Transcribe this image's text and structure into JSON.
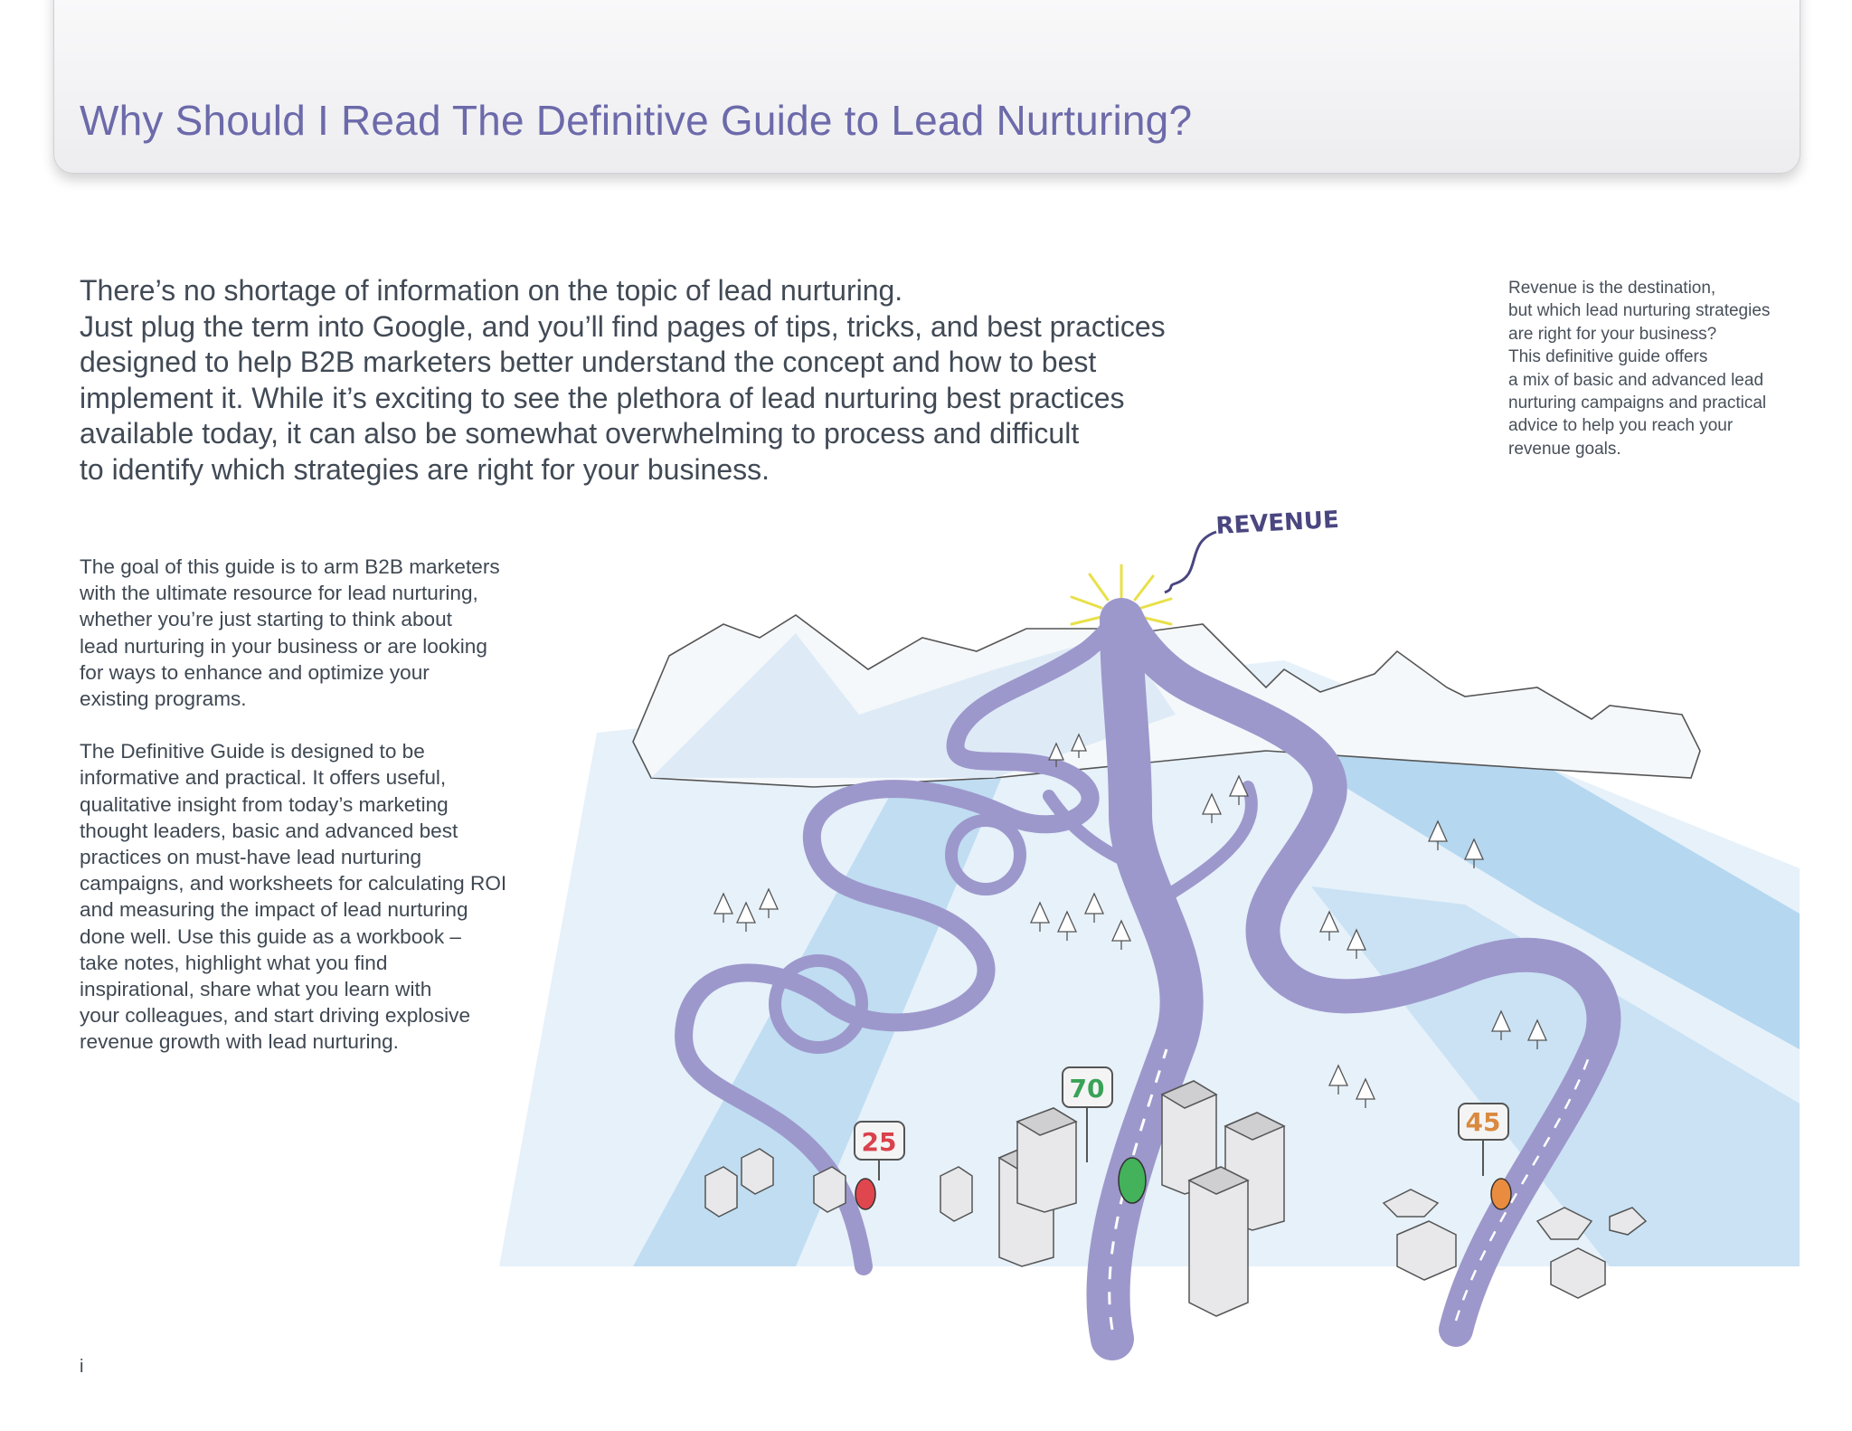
{
  "header": {
    "title": "Why Should I Read The Definitive Guide to Lead Nurturing?"
  },
  "intro": {
    "lines": [
      "There’s no shortage of information on the topic of lead nurturing.",
      "Just plug the term into Google, and you’ll find pages of tips, tricks, and best practices",
      "designed to help B2B marketers better understand the concept and how to best",
      "implement it. While it’s exciting to see the plethora of lead nurturing best practices",
      "available today, it can also be somewhat overwhelming to process and difficult",
      "to identify which strategies are right for your business."
    ]
  },
  "sidebar": {
    "lines": [
      "Revenue is the destination,",
      "but which lead nurturing strategies",
      "are right for your business?",
      "This definitive guide offers",
      "a mix of basic and advanced lead",
      "nurturing campaigns and practical",
      "advice to help you reach your",
      "revenue goals."
    ]
  },
  "body": {
    "paragraph1": [
      "The goal of this guide is to arm B2B marketers",
      "with the ultimate resource for lead nurturing,",
      "whether you’re just starting to think about",
      "lead nurturing in your business or are looking",
      "for ways to enhance and optimize your",
      "existing programs."
    ],
    "paragraph2": [
      "The Definitive Guide is designed to be",
      "informative and practical. It offers useful,",
      "qualitative insight from today’s marketing",
      "thought leaders, basic and advanced best",
      "practices on must-have lead nurturing",
      "campaigns, and worksheets for calculating ROI",
      "and measuring the impact of lead nurturing",
      "done well. Use this guide as a workbook –",
      "take notes, highlight what you find",
      "inspirational, share what you learn with",
      "your colleagues, and start driving explosive",
      "revenue growth with lead nurturing."
    ]
  },
  "illustration": {
    "revenue_label": "REVENUE",
    "sign_left": "25",
    "sign_center": "70",
    "sign_right": "45",
    "road_color": "#9d98cb",
    "accent_sign_left": "#d9424c",
    "accent_sign_center": "#3aa257",
    "accent_sign_right": "#d98a3f"
  },
  "footer": {
    "page_number": "i"
  }
}
